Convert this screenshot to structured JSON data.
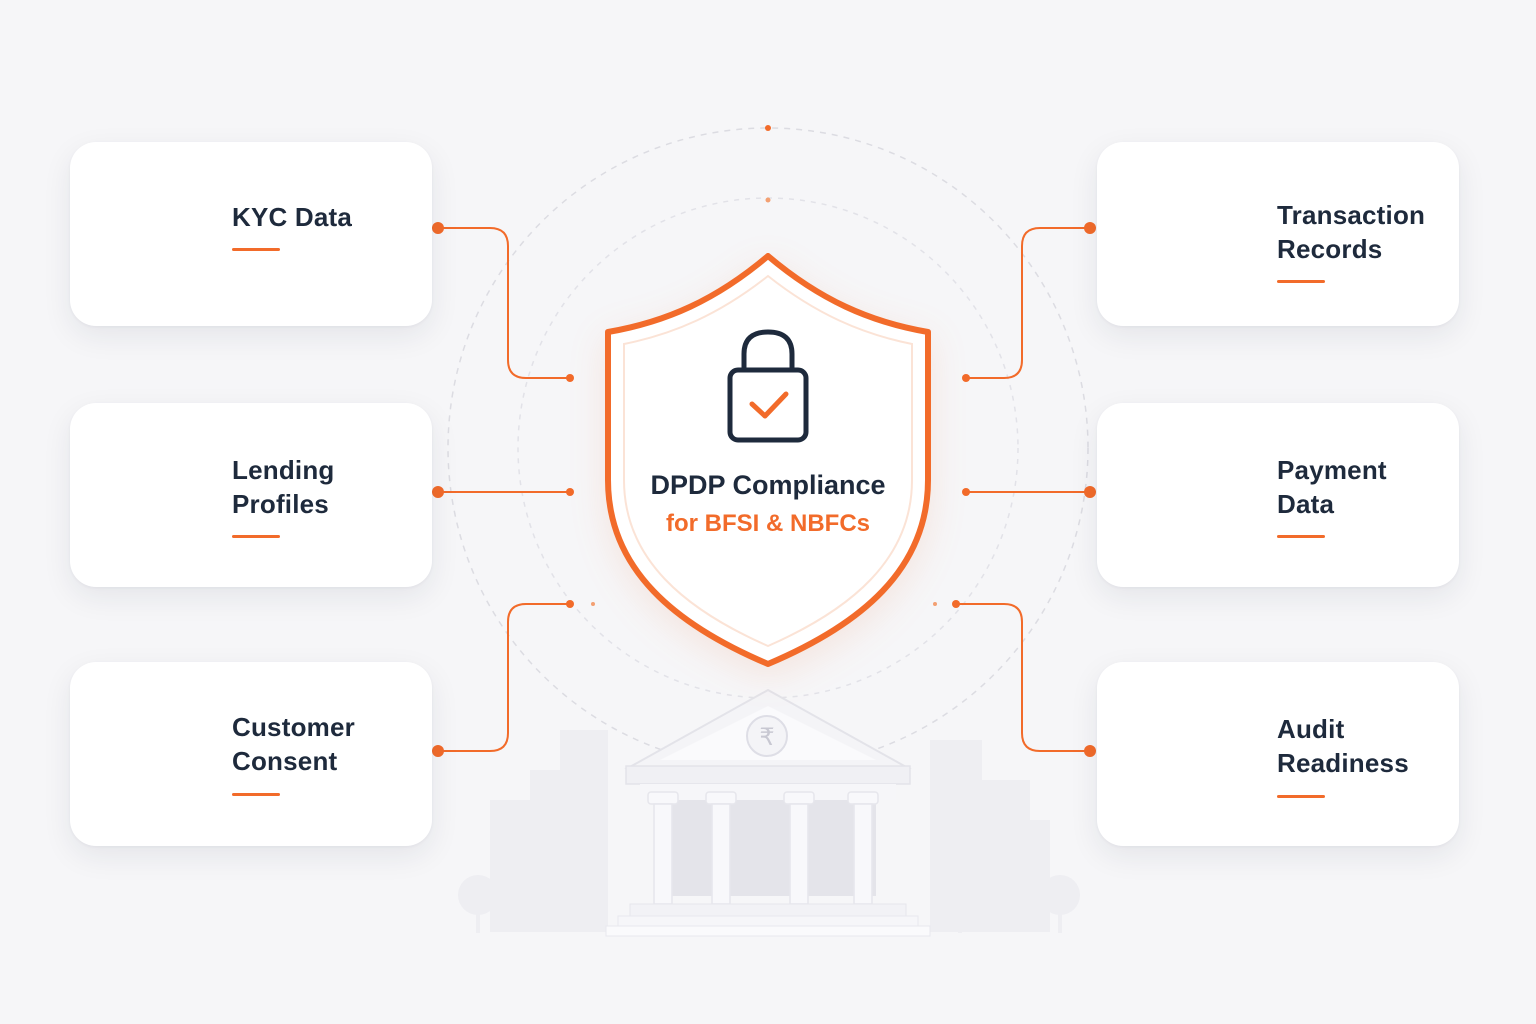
{
  "colors": {
    "accent": "#f26b2a",
    "ink": "#1e2a3c",
    "card": "#ffffff",
    "background": "#f6f6f8"
  },
  "center": {
    "title": "DPDP Compliance",
    "subtitle": "for BFSI & NBFCs",
    "icon": "lock-check-icon",
    "bank_icon": "bank-building-icon",
    "currency_symbol": "₹"
  },
  "cards": [
    {
      "id": "kyc-data",
      "title": "KYC Data",
      "icon": "id-card-check-icon"
    },
    {
      "id": "lending-profiles",
      "title": "Lending\nProfiles",
      "icon": "clipboard-chart-icon"
    },
    {
      "id": "customer-consent",
      "title": "Customer\nConsent",
      "icon": "user-shield-icon"
    },
    {
      "id": "transaction-records",
      "title": "Transaction\nRecords",
      "icon": "browser-rupee-icon",
      "symbol": "₹"
    },
    {
      "id": "payment-data",
      "title": "Payment\nData",
      "icon": "card-rupee-icon",
      "symbol": "₹"
    },
    {
      "id": "audit-readiness",
      "title": "Audit\nReadiness",
      "icon": "checklist-shield-icon"
    }
  ]
}
